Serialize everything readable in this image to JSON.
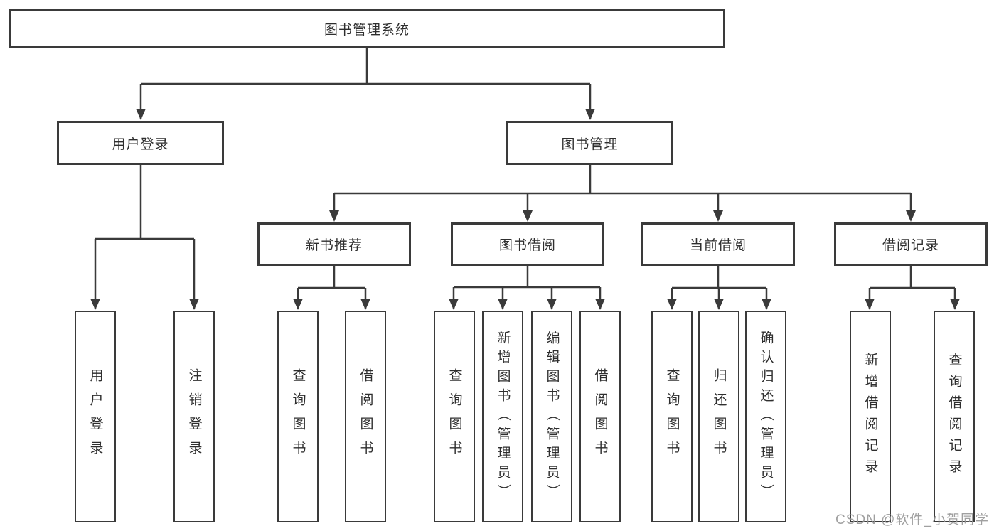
{
  "diagram": {
    "root": {
      "label": "图书管理系统"
    },
    "branches": [
      {
        "label": "用户登录"
      },
      {
        "label": "图书管理"
      }
    ],
    "modules": [
      {
        "label": "新书推荐"
      },
      {
        "label": "图书借阅"
      },
      {
        "label": "当前借阅"
      },
      {
        "label": "借阅记录"
      }
    ],
    "functions": [
      {
        "label": "用户登录"
      },
      {
        "label": "注销登录"
      },
      {
        "label": "查询图书"
      },
      {
        "label": "借阅图书"
      },
      {
        "label": "查询图书"
      },
      {
        "label": "新增图书（管理员）"
      },
      {
        "label": "编辑图书（管理员）"
      },
      {
        "label": "借阅图书"
      },
      {
        "label": "查询图书"
      },
      {
        "label": "归还图书"
      },
      {
        "label": "确认归还（管理员）"
      },
      {
        "label": "新增借阅记录"
      },
      {
        "label": "查询借阅记录"
      }
    ]
  },
  "watermark": {
    "text": "CSDN @软件_小贺同学"
  },
  "colors": {
    "line": "#3a3a3a",
    "text": "#2e2e2e",
    "watermark": "#969696",
    "background": "#ffffff"
  }
}
